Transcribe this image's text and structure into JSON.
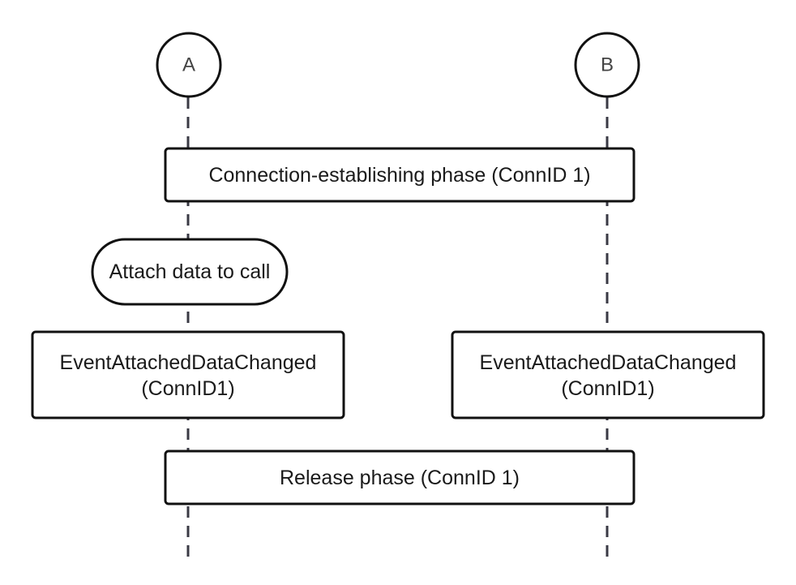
{
  "actors": [
    {
      "id": "A",
      "label": "A"
    },
    {
      "id": "B",
      "label": "B"
    }
  ],
  "steps": [
    {
      "id": "connection-establishing-phase",
      "lines": [
        "Connection-establishing phase (ConnID 1)"
      ]
    },
    {
      "id": "attach-data-to-call",
      "lines": [
        "Attach data to call"
      ]
    },
    {
      "id": "event-attached-data-changed-a",
      "lines": [
        "EventAttachedDataChanged",
        "(ConnID1)"
      ]
    },
    {
      "id": "event-attached-data-changed-b",
      "lines": [
        "EventAttachedDataChanged",
        "(ConnID1)"
      ]
    },
    {
      "id": "release-phase",
      "lines": [
        "Release phase (ConnID 1)"
      ]
    }
  ]
}
